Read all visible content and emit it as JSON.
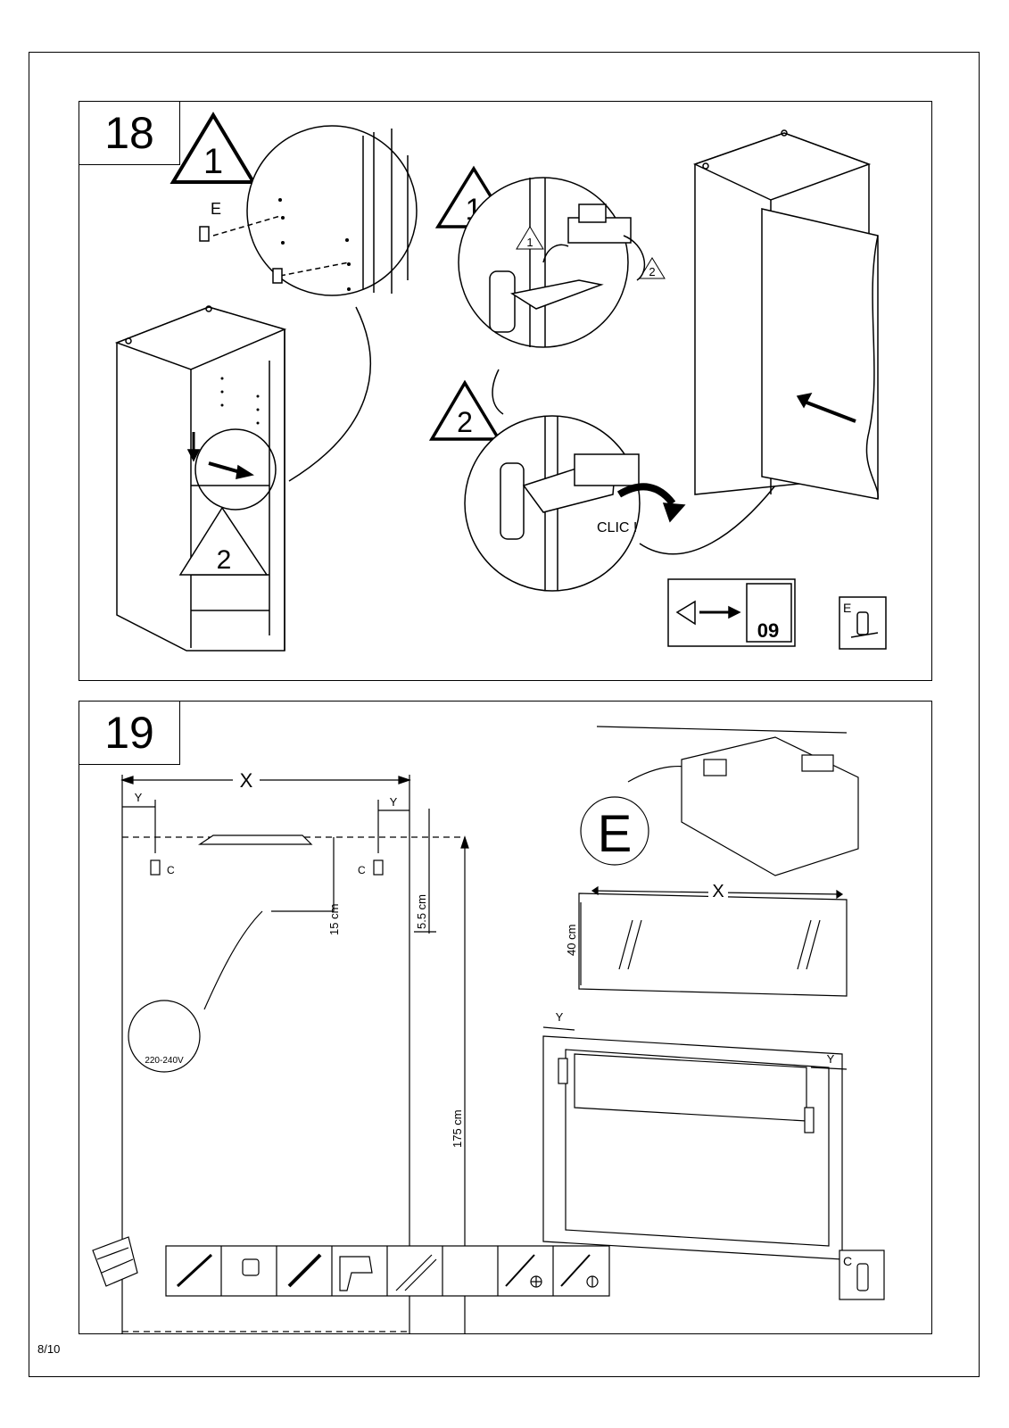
{
  "page": {
    "page_number": "8/10"
  },
  "step18": {
    "number": "18",
    "warning1_label": "1",
    "warning2_label": "2",
    "part_label": "E",
    "hinge_step1_label": "1",
    "hinge_step2_label": "2",
    "hinge_warning1": "1",
    "hinge_warning2": "2",
    "clic_text": "CLIC !",
    "see_page": "09",
    "part_box_label": "E"
  },
  "step19": {
    "number": "19",
    "width_label": "X",
    "offset_label": "Y",
    "bracket_label": "C",
    "dim_15": "15 cm",
    "dim_5_5": "5.5 cm",
    "dim_175": "175 cm",
    "voltage": "220-240V",
    "part_circle_label": "E",
    "mirror_width_label": "X",
    "mirror_height_label": "40 cm",
    "mirror_offset_label": "Y",
    "part_box_label": "C"
  },
  "tools": [
    "pencil-icon",
    "tape-measure-icon",
    "saw-icon",
    "drill-icon",
    "drill-bit-icon",
    "phillips-screwdriver-icon",
    "flat-screwdriver-icon",
    "ladder-icon"
  ]
}
